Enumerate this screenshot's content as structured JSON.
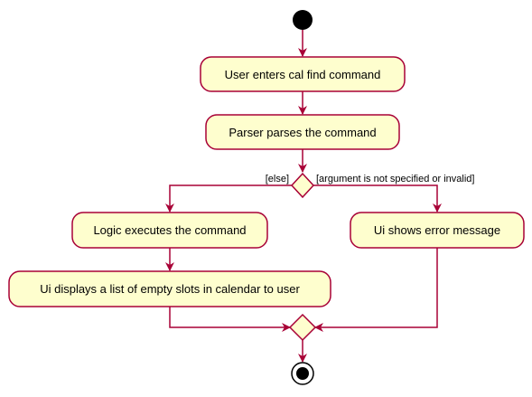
{
  "diagram": {
    "type": "activity",
    "colors": {
      "activity_fill": "#FEFECE",
      "border": "#A80036",
      "start_node": "#000000"
    },
    "activities": [
      {
        "id": "enter",
        "label": "User enters cal find command"
      },
      {
        "id": "parse",
        "label": "Parser parses the command"
      },
      {
        "id": "logic",
        "label": "Logic executes the command"
      },
      {
        "id": "error",
        "label": "Ui shows error message"
      },
      {
        "id": "display",
        "label": "Ui displays a list of empty slots in calendar to user"
      }
    ],
    "guards": {
      "else": "[else]",
      "invalid": "[argument is not specified or invalid]"
    }
  }
}
